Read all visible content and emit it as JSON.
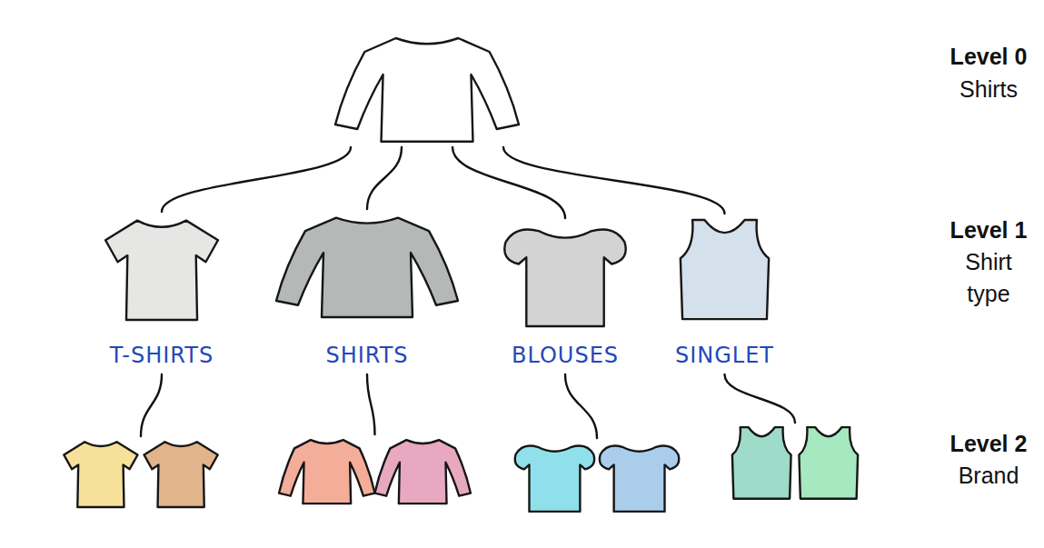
{
  "diagram": {
    "nodes": [
      {
        "text": []
      },
      {
        "text": [
          "T-SHIRTS"
        ]
      },
      {
        "text": [
          "SHIRTS"
        ]
      },
      {
        "text": [
          "BLOUSES"
        ]
      },
      {
        "text": [
          "SINGLET"
        ]
      },
      {
        "text": []
      },
      {
        "text": []
      },
      {
        "text": []
      },
      {
        "text": []
      }
    ],
    "edges": [
      {
        "from": 0,
        "to": 1,
        "arrow": "none"
      },
      {
        "from": 0,
        "to": 2,
        "arrow": "none"
      },
      {
        "from": 0,
        "to": 3,
        "arrow": "none"
      },
      {
        "from": 0,
        "to": 4,
        "arrow": "none"
      },
      {
        "from": 1,
        "to": 5,
        "arrow": "none"
      },
      {
        "from": 2,
        "to": 6,
        "arrow": "none"
      },
      {
        "from": 3,
        "to": 7,
        "arrow": "none"
      },
      {
        "from": 4,
        "to": 8,
        "arrow": "none"
      }
    ],
    "labels": [
      "Level 0",
      "Shirts",
      "Level 1",
      "Shirt type",
      "Level 2",
      "Brand"
    ]
  }
}
